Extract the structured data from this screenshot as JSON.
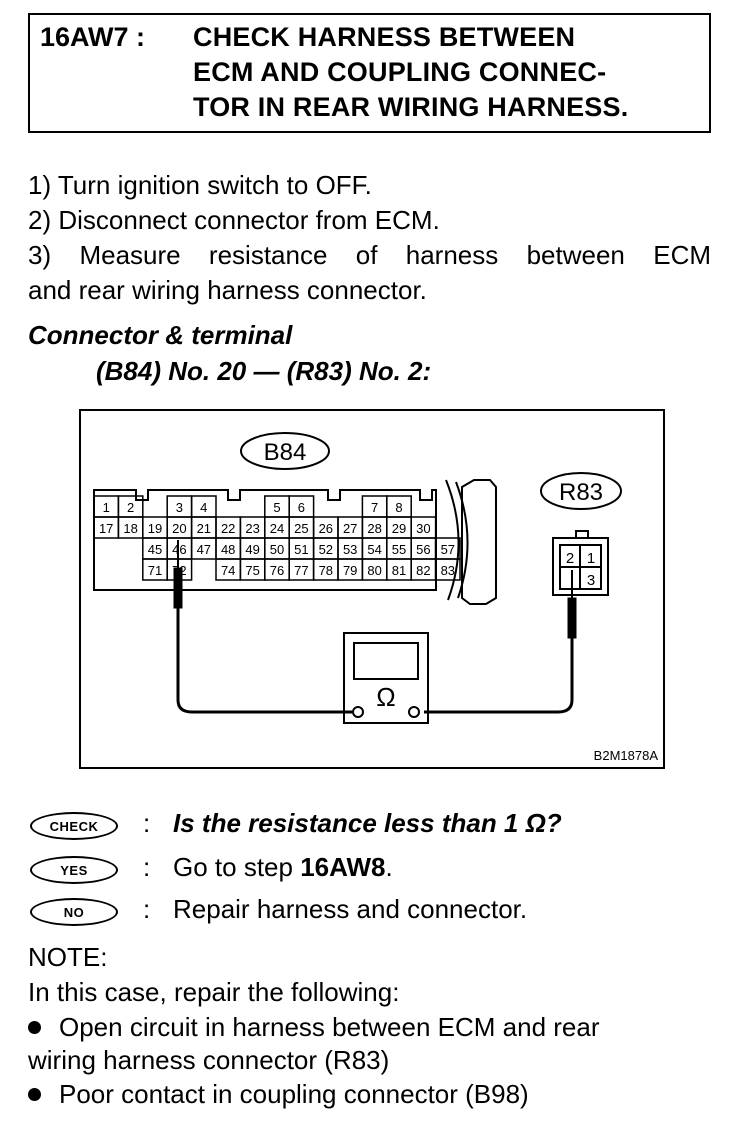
{
  "header": {
    "code": "16AW7 :",
    "title_lines": [
      "CHECK HARNESS BETWEEN",
      "ECM AND COUPLING CONNEC-",
      "TOR IN REAR WIRING HARNESS."
    ]
  },
  "steps": [
    "1)  Turn ignition switch to OFF.",
    "2)  Disconnect connector from ECM.",
    "3)  Measure resistance of harness between ECM",
    "and rear wiring harness connector."
  ],
  "connector": {
    "heading": "Connector & terminal",
    "spec": "(B84) No. 20 — (R83) No. 2:"
  },
  "diagram": {
    "ecm_connector_label": "B84",
    "rear_connector_label": "R83",
    "figure_id": "B2M1878A",
    "ecm_rows": [
      [
        "1",
        "2",
        "",
        "3",
        "4",
        "",
        "",
        "5",
        "6",
        "",
        "",
        "7",
        "8",
        ""
      ],
      [
        "17",
        "18",
        "19",
        "20",
        "21",
        "22",
        "23",
        "24",
        "25",
        "26",
        "27",
        "28",
        "29",
        "30"
      ],
      [
        "",
        "",
        "45",
        "46",
        "47",
        "48",
        "49",
        "50",
        "51",
        "52",
        "53",
        "54",
        "55",
        "56",
        "57"
      ],
      [
        "",
        "",
        "71",
        "72",
        "",
        "74",
        "75",
        "76",
        "77",
        "78",
        "79",
        "80",
        "81",
        "82",
        "83"
      ]
    ],
    "r83_terminals": [
      "2",
      "1",
      "",
      "3"
    ],
    "meter_symbol": "Ω"
  },
  "check": {
    "check_label": "CHECK",
    "check_text": "Is the resistance less than 1 Ω?",
    "yes_label": "YES",
    "yes_text_prefix": "Go to step ",
    "yes_text_step": "16AW8",
    "yes_text_suffix": ".",
    "no_label": "NO",
    "no_text": "Repair harness and connector.",
    "colon": ":"
  },
  "note": {
    "title": "NOTE:",
    "intro": "In this case, repair the following:",
    "bullet1_line1": "Open circuit in harness between ECM and rear",
    "bullet1_line2": "wiring harness connector (R83)",
    "bullet2": "Poor contact in coupling connector (B98)"
  }
}
